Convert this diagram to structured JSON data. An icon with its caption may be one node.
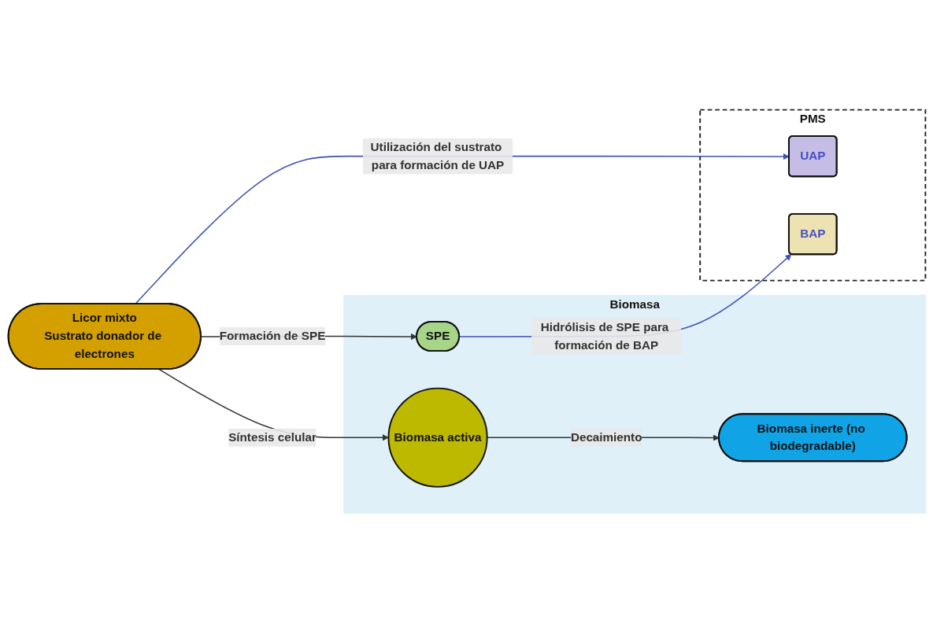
{
  "diagram": {
    "nodes": [
      {
        "text": [
          "Licor mixto",
          "Sustrato donador de electrones"
        ]
      },
      {
        "text": [
          "PMS"
        ]
      },
      {
        "text": [
          "UAP"
        ],
        "in": 1
      },
      {
        "text": [
          "BAP"
        ],
        "in": 1
      },
      {
        "text": [
          "Biomasa"
        ]
      },
      {
        "text": [
          "Biomasa inerte (no biodegradable)"
        ],
        "in": 4
      },
      {
        "text": [
          "Biomasa activa"
        ],
        "in": 4
      },
      {
        "text": [
          "SPE"
        ],
        "in": 4
      }
    ],
    "edges": [
      {
        "from": 0,
        "to": 2,
        "arrow": "to",
        "label": "Utilización del sustrato para formación de UAP",
        "color": "#3f51b5"
      },
      {
        "from": 0,
        "to": 6,
        "arrow": "to",
        "label": "Síntesis celular"
      },
      {
        "from": 0,
        "to": 7,
        "arrow": "to",
        "label": "Formación de SPE"
      },
      {
        "from": 6,
        "to": 5,
        "arrow": "to",
        "label": "Decaimiento"
      },
      {
        "from": 7,
        "to": 3,
        "arrow": "to",
        "label": "Hidrólisis de SPE para formación de BAP",
        "color": "#3f51b5"
      }
    ]
  }
}
